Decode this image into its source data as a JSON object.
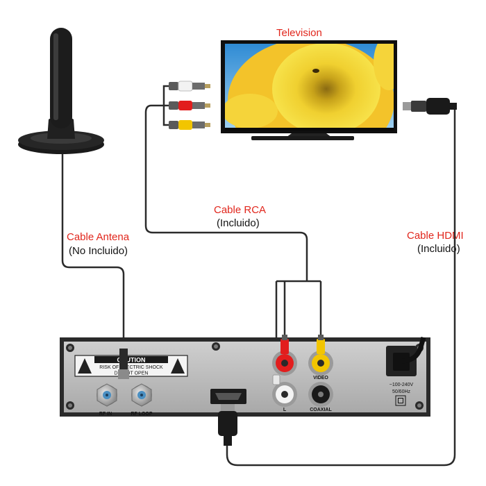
{
  "labels": {
    "television": "Television",
    "rca_title": "Cable RCA",
    "rca_sub": "(Incluido)",
    "antenna_title": "Cable Antena",
    "antenna_sub": "(No Incluido)",
    "hdmi_title": "Cable HDMI",
    "hdmi_sub": "(Incluido)"
  },
  "device": {
    "caution_title": "CAUTION",
    "caution_line1": "RISK OF ELECTRIC SHOCK",
    "caution_line2": "DO NOT OPEN",
    "rf_in": "RF IN",
    "rf_loop": "RF LOOP",
    "video": "VIDEO",
    "audio_l": "L",
    "coaxial": "COAXIAL",
    "power_line1": "~100-240V",
    "power_line2": "50/60Hz"
  },
  "colors": {
    "label_red": "#e1251b",
    "rca_white": "#f2f2f2",
    "rca_red": "#e21d1d",
    "rca_yellow": "#f2c500",
    "panel": "#b9b9b9",
    "cable": "#2b2b2b"
  }
}
